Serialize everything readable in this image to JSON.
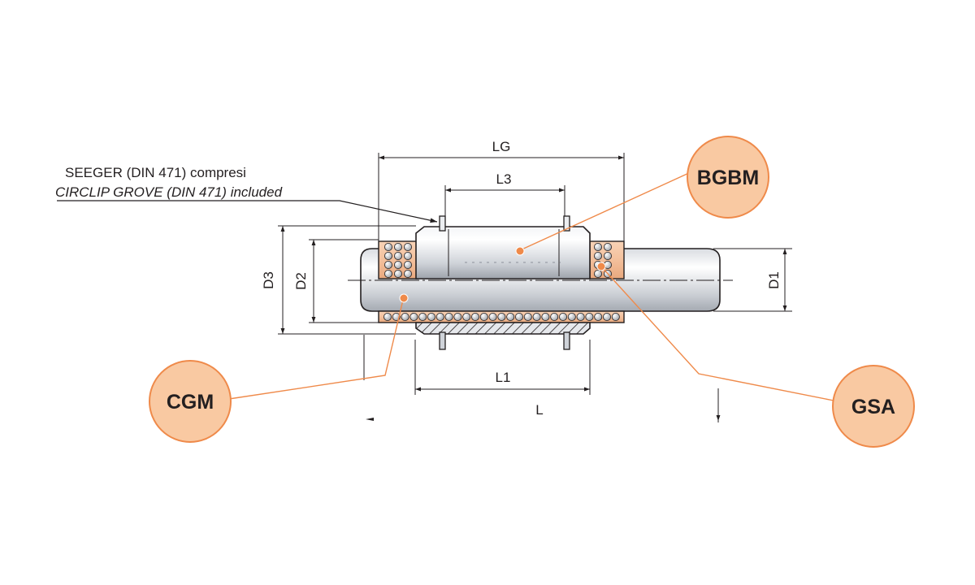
{
  "note": {
    "line1": "SEEGER (DIN 471) compresi",
    "line2": "CIRCLIP GROVE (DIN 471) included"
  },
  "dimensions": {
    "lg": "LG",
    "l3": "L3",
    "l1": "L1",
    "l": "L",
    "d1": "D1",
    "d2": "D2",
    "d3": "D3"
  },
  "callouts": {
    "bgbm": "BGBM",
    "cgm": "CGM",
    "gsa": "GSA"
  },
  "colors": {
    "callout_fill": "#f9c9a2",
    "callout_line": "#ef8a4a",
    "bronze": "#f3c09c",
    "steel": "#dfe2e7",
    "outline": "#231f20"
  }
}
